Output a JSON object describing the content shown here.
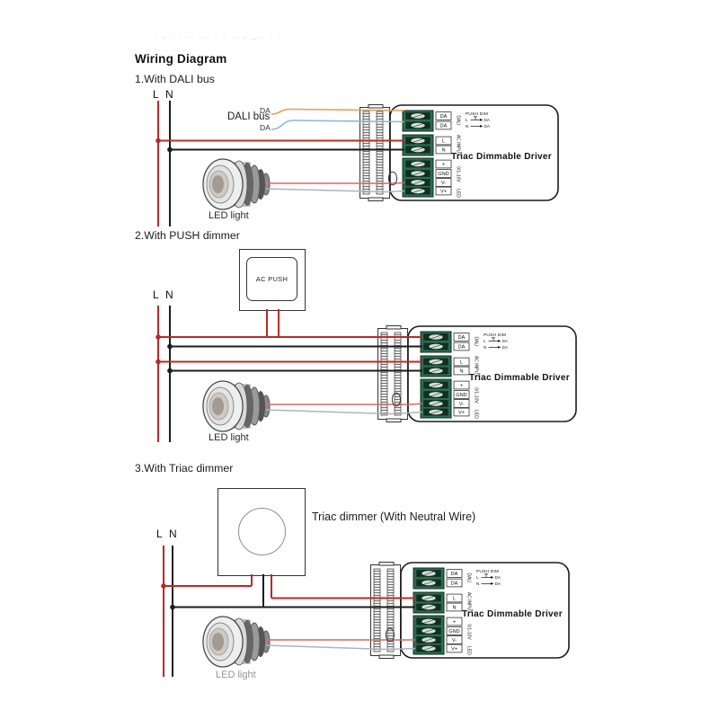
{
  "header": {
    "faded_text": ". ,.. . .. ... .  . ..  , _.. . .",
    "title": "Wiring Diagram"
  },
  "colors": {
    "live_wire": "#b92b27",
    "neutral_wire": "#1c1c1c",
    "dali_wire_top": "#dfa15c",
    "dali_wire_bottom": "#8cb8d6",
    "led_positive_wire": "#cf6f6a",
    "led_negative_wire": "#b3b3b3",
    "terminal_green": "#2e6b50"
  },
  "sections": [
    {
      "label": "1.With DALI bus",
      "live": "L",
      "neutral": "N",
      "dali_bus_label": "DALI bus",
      "da_top": "DA",
      "da_bottom": "DA",
      "led_label": "LED light"
    },
    {
      "label": "2.With PUSH dimmer",
      "live": "L",
      "neutral": "N",
      "push_button_label": "AC PUSH",
      "led_label": "LED light"
    },
    {
      "label": "3.With Triac dimmer",
      "live": "L",
      "neutral": "N",
      "dimmer_label": "Triac dimmer (With Neutral Wire)",
      "led_label": "LED light"
    }
  ],
  "driver": {
    "title": "Triac Dimmable Driver",
    "terminals": [
      "DA",
      "DA",
      "L",
      "N",
      "+",
      "GND",
      "V-",
      "V+"
    ],
    "group_labels": [
      "DALI",
      "AC INPUT",
      "0/1-10V",
      "LED"
    ],
    "push_dim_legend": {
      "title": "PUSH DIM",
      "rows": [
        [
          "L",
          "DA"
        ],
        [
          "N",
          "DA"
        ]
      ]
    }
  }
}
